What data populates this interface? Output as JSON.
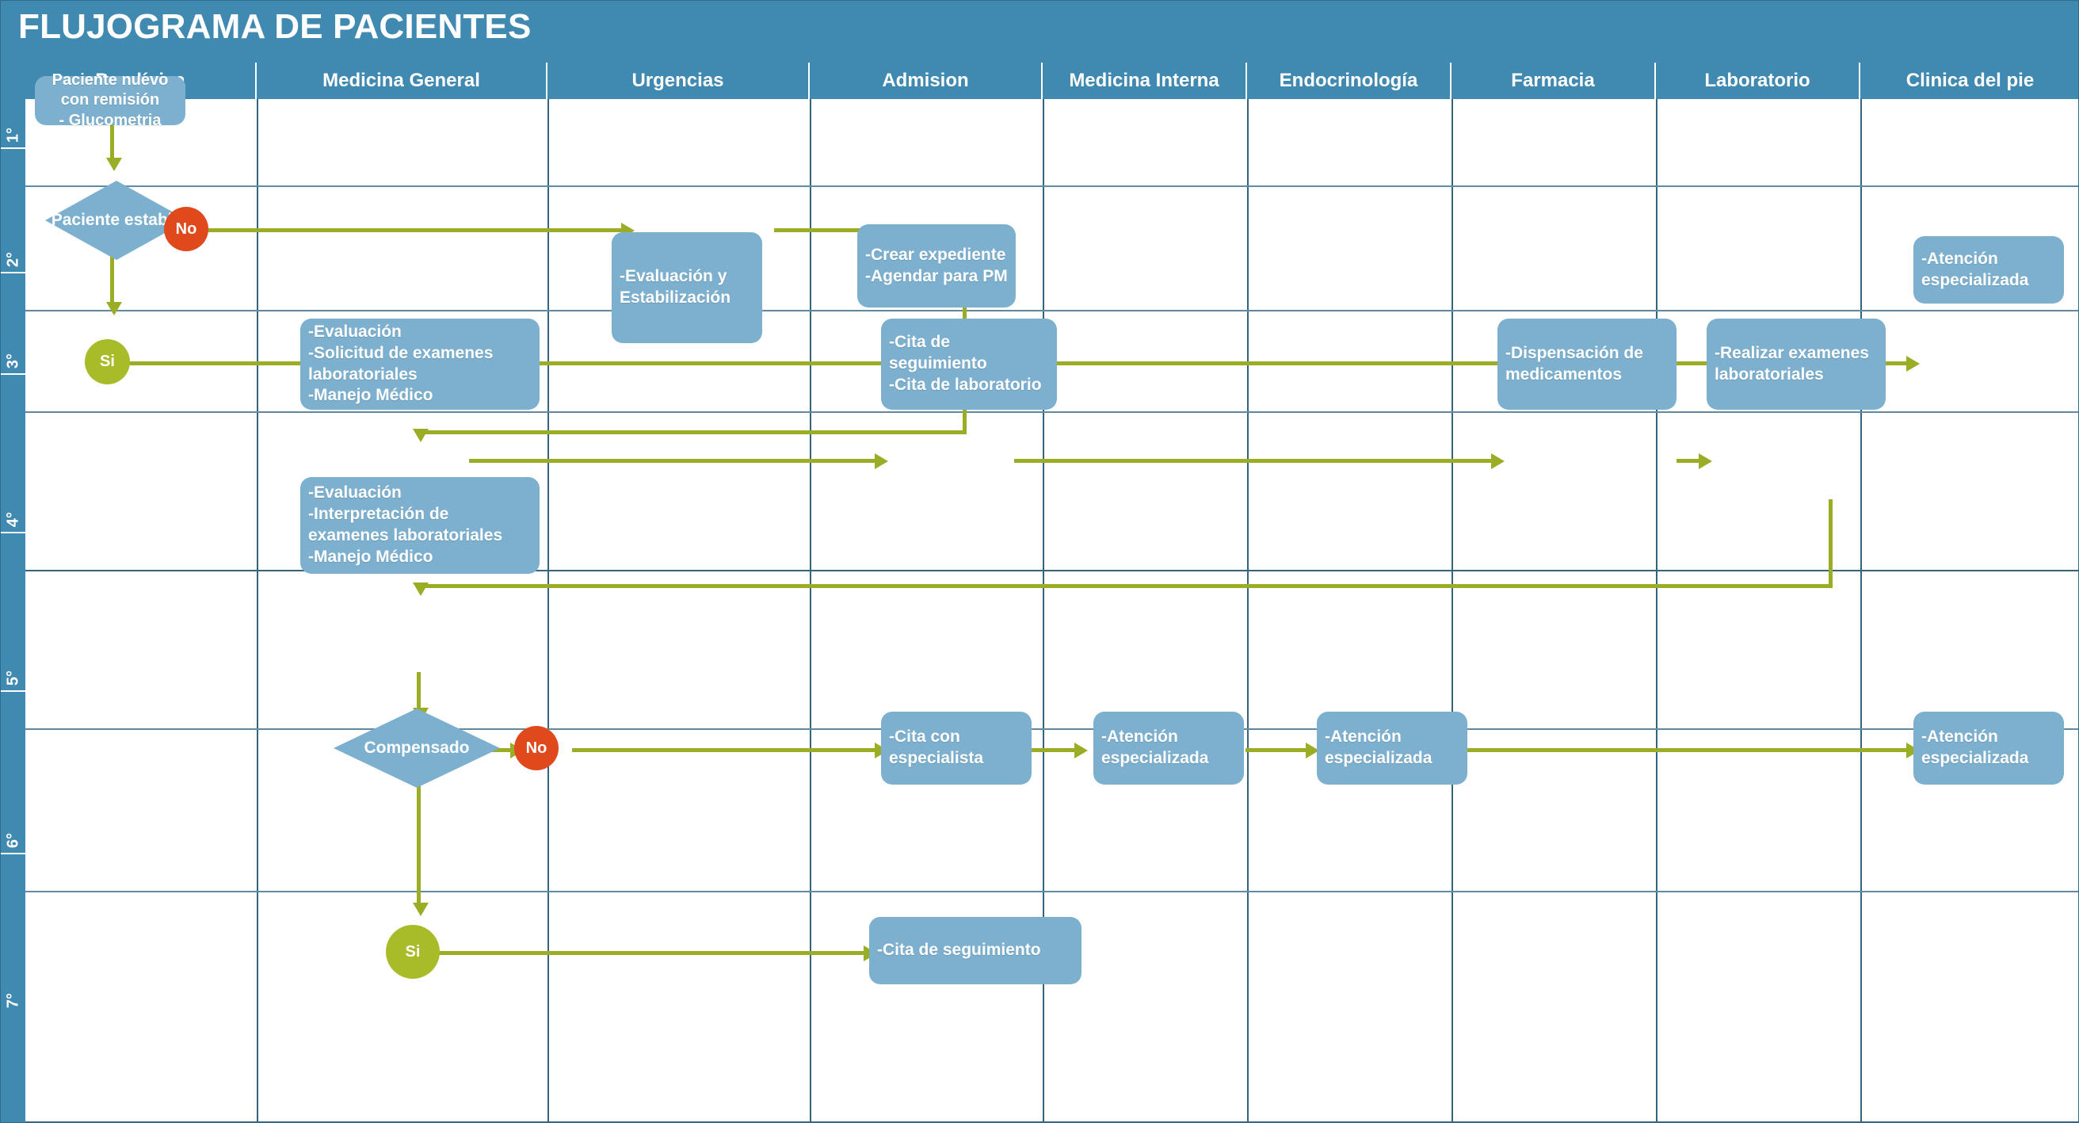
{
  "title": "FLUJOGRAMA DE PACIENTES",
  "colors": {
    "header_blue": "#4089b0",
    "node_blue": "#7cb0ce",
    "connector_green": "#9aad24",
    "no_orange": "#e0491c",
    "si_green": "#a8bb28",
    "grid_line": "#35647c"
  },
  "columns": [
    {
      "label": "Preclínica"
    },
    {
      "label": "Medicina General"
    },
    {
      "label": "Urgencias"
    },
    {
      "label": "Admision"
    },
    {
      "label": "Medicina Interna"
    },
    {
      "label": "Endocrinología"
    },
    {
      "label": "Farmacia"
    },
    {
      "label": "Laboratorio"
    },
    {
      "label": "Clinica del pie"
    }
  ],
  "rows": [
    {
      "label": "1°"
    },
    {
      "label": "2°"
    },
    {
      "label": "3°"
    },
    {
      "label": "4°"
    },
    {
      "label": "5°"
    },
    {
      "label": "6°"
    },
    {
      "label": "7°"
    }
  ],
  "nodes": {
    "paciente_nuevo": "Paciente nuevo con remisión\n - Glucometria",
    "paciente_estable": "Paciente estable",
    "decision1_no": "No",
    "decision1_si": "Si",
    "evaluacion_estabilizacion": "-Evaluación y\nEstabilización",
    "crear_expediente": "-Crear expediente\n-Agendar para PM",
    "atencion_especializada_pie_r3": "-Atención\nespecializada",
    "evaluacion_solicitud": "-Evaluación\n-Solicitud de examenes\nlaboratoriales\n-Manejo Médico",
    "cita_seguimiento_lab": "-Cita de\nseguimiento\n-Cita de laboratorio",
    "dispensacion": "-Dispensación de\nmedicamentos",
    "realizar_examenes": "-Realizar examenes\nlaboratoriales",
    "evaluacion_interpretacion": "-Evaluación\n-Interpretación de\nexamenes laboratoriales\n-Manejo Médico",
    "compensado": "Compensado",
    "decision2_no": "No",
    "decision2_si": "Si",
    "cita_con_especialista": "-Cita con\nespecialista",
    "atencion_especializada_mi": "-Atención\nespecializada",
    "atencion_especializada_endo": "-Atención\nespecializada",
    "atencion_especializada_pie_r6": "-Atención\nespecializada",
    "cita_de_seguimiento": "-Cita de seguimiento"
  }
}
